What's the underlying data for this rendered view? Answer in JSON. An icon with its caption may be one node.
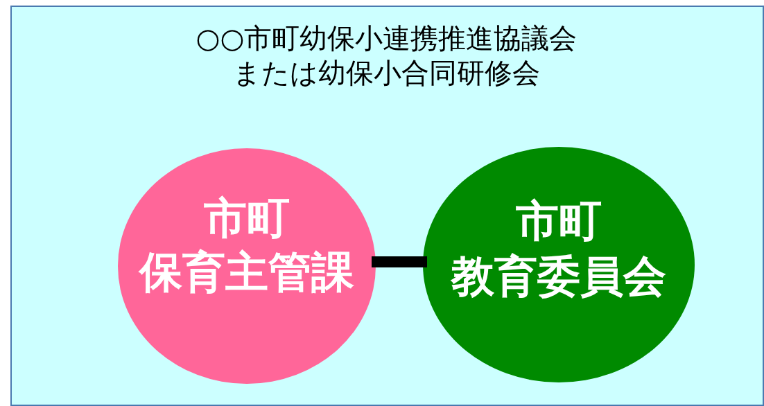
{
  "diagram": {
    "nodes": [
      {
        "text": [
          "○○市町幼保小連携推進協議会または幼保小合同研修会"
        ]
      },
      {
        "text": [
          "市町",
          "保育主管課"
        ],
        "in": 0
      },
      {
        "text": [
          "市町",
          "教育委員会"
        ],
        "in": 0
      }
    ],
    "edges": [
      {
        "from": 1,
        "to": 2,
        "arrow": "none"
      }
    ]
  }
}
